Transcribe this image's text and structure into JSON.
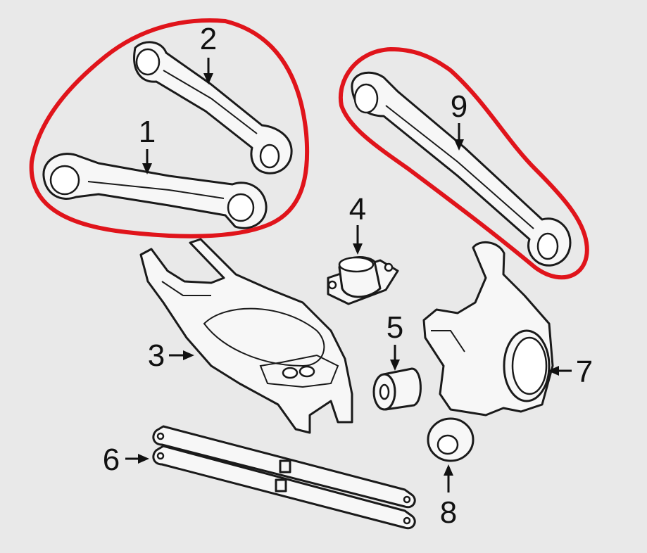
{
  "callouts": [
    {
      "id": "1",
      "label": "1"
    },
    {
      "id": "2",
      "label": "2"
    },
    {
      "id": "3",
      "label": "3"
    },
    {
      "id": "4",
      "label": "4"
    },
    {
      "id": "5",
      "label": "5"
    },
    {
      "id": "6",
      "label": "6"
    },
    {
      "id": "7",
      "label": "7"
    },
    {
      "id": "8",
      "label": "8"
    },
    {
      "id": "9",
      "label": "9"
    }
  ],
  "colors": {
    "background": "#e9e9e9",
    "highlight": "#e0141b",
    "line": "#1a1a1a"
  }
}
